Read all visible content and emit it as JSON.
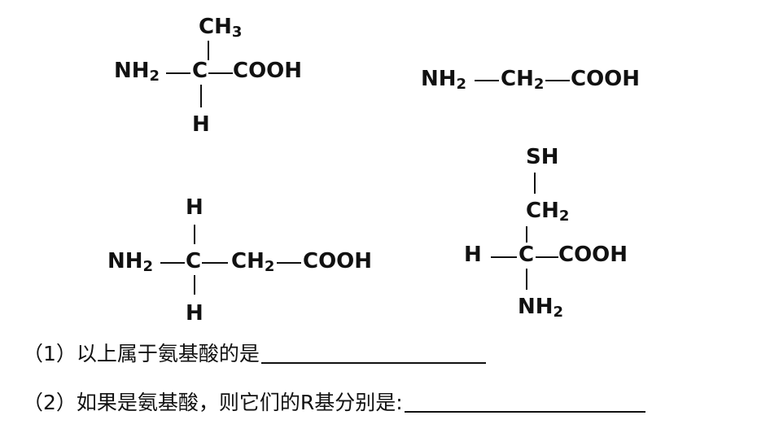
{
  "molecules": {
    "alanine": {
      "top": "CH",
      "top_sub": "3",
      "left": "NH",
      "left_sub": "2",
      "center": "C",
      "right": "COOH",
      "bottom": "H"
    },
    "glycine": {
      "left": "NH",
      "left_sub": "2",
      "middle": "CH",
      "middle_sub": "2",
      "right": "COOH"
    },
    "beta_alanine": {
      "top": "H",
      "left": "NH",
      "left_sub": "2",
      "center": "C",
      "middle": "CH",
      "middle_sub": "2",
      "right": "COOH",
      "bottom": "H"
    },
    "cysteine": {
      "top": "SH",
      "upper": "CH",
      "upper_sub": "2",
      "left": "H",
      "center": "C",
      "right": "COOH",
      "bottom": "NH",
      "bottom_sub": "2"
    }
  },
  "questions": [
    {
      "label": "（1）以上属于氨基酸的是"
    },
    {
      "label": "（2）如果是氨基酸，则它们的R基分别是:"
    }
  ]
}
